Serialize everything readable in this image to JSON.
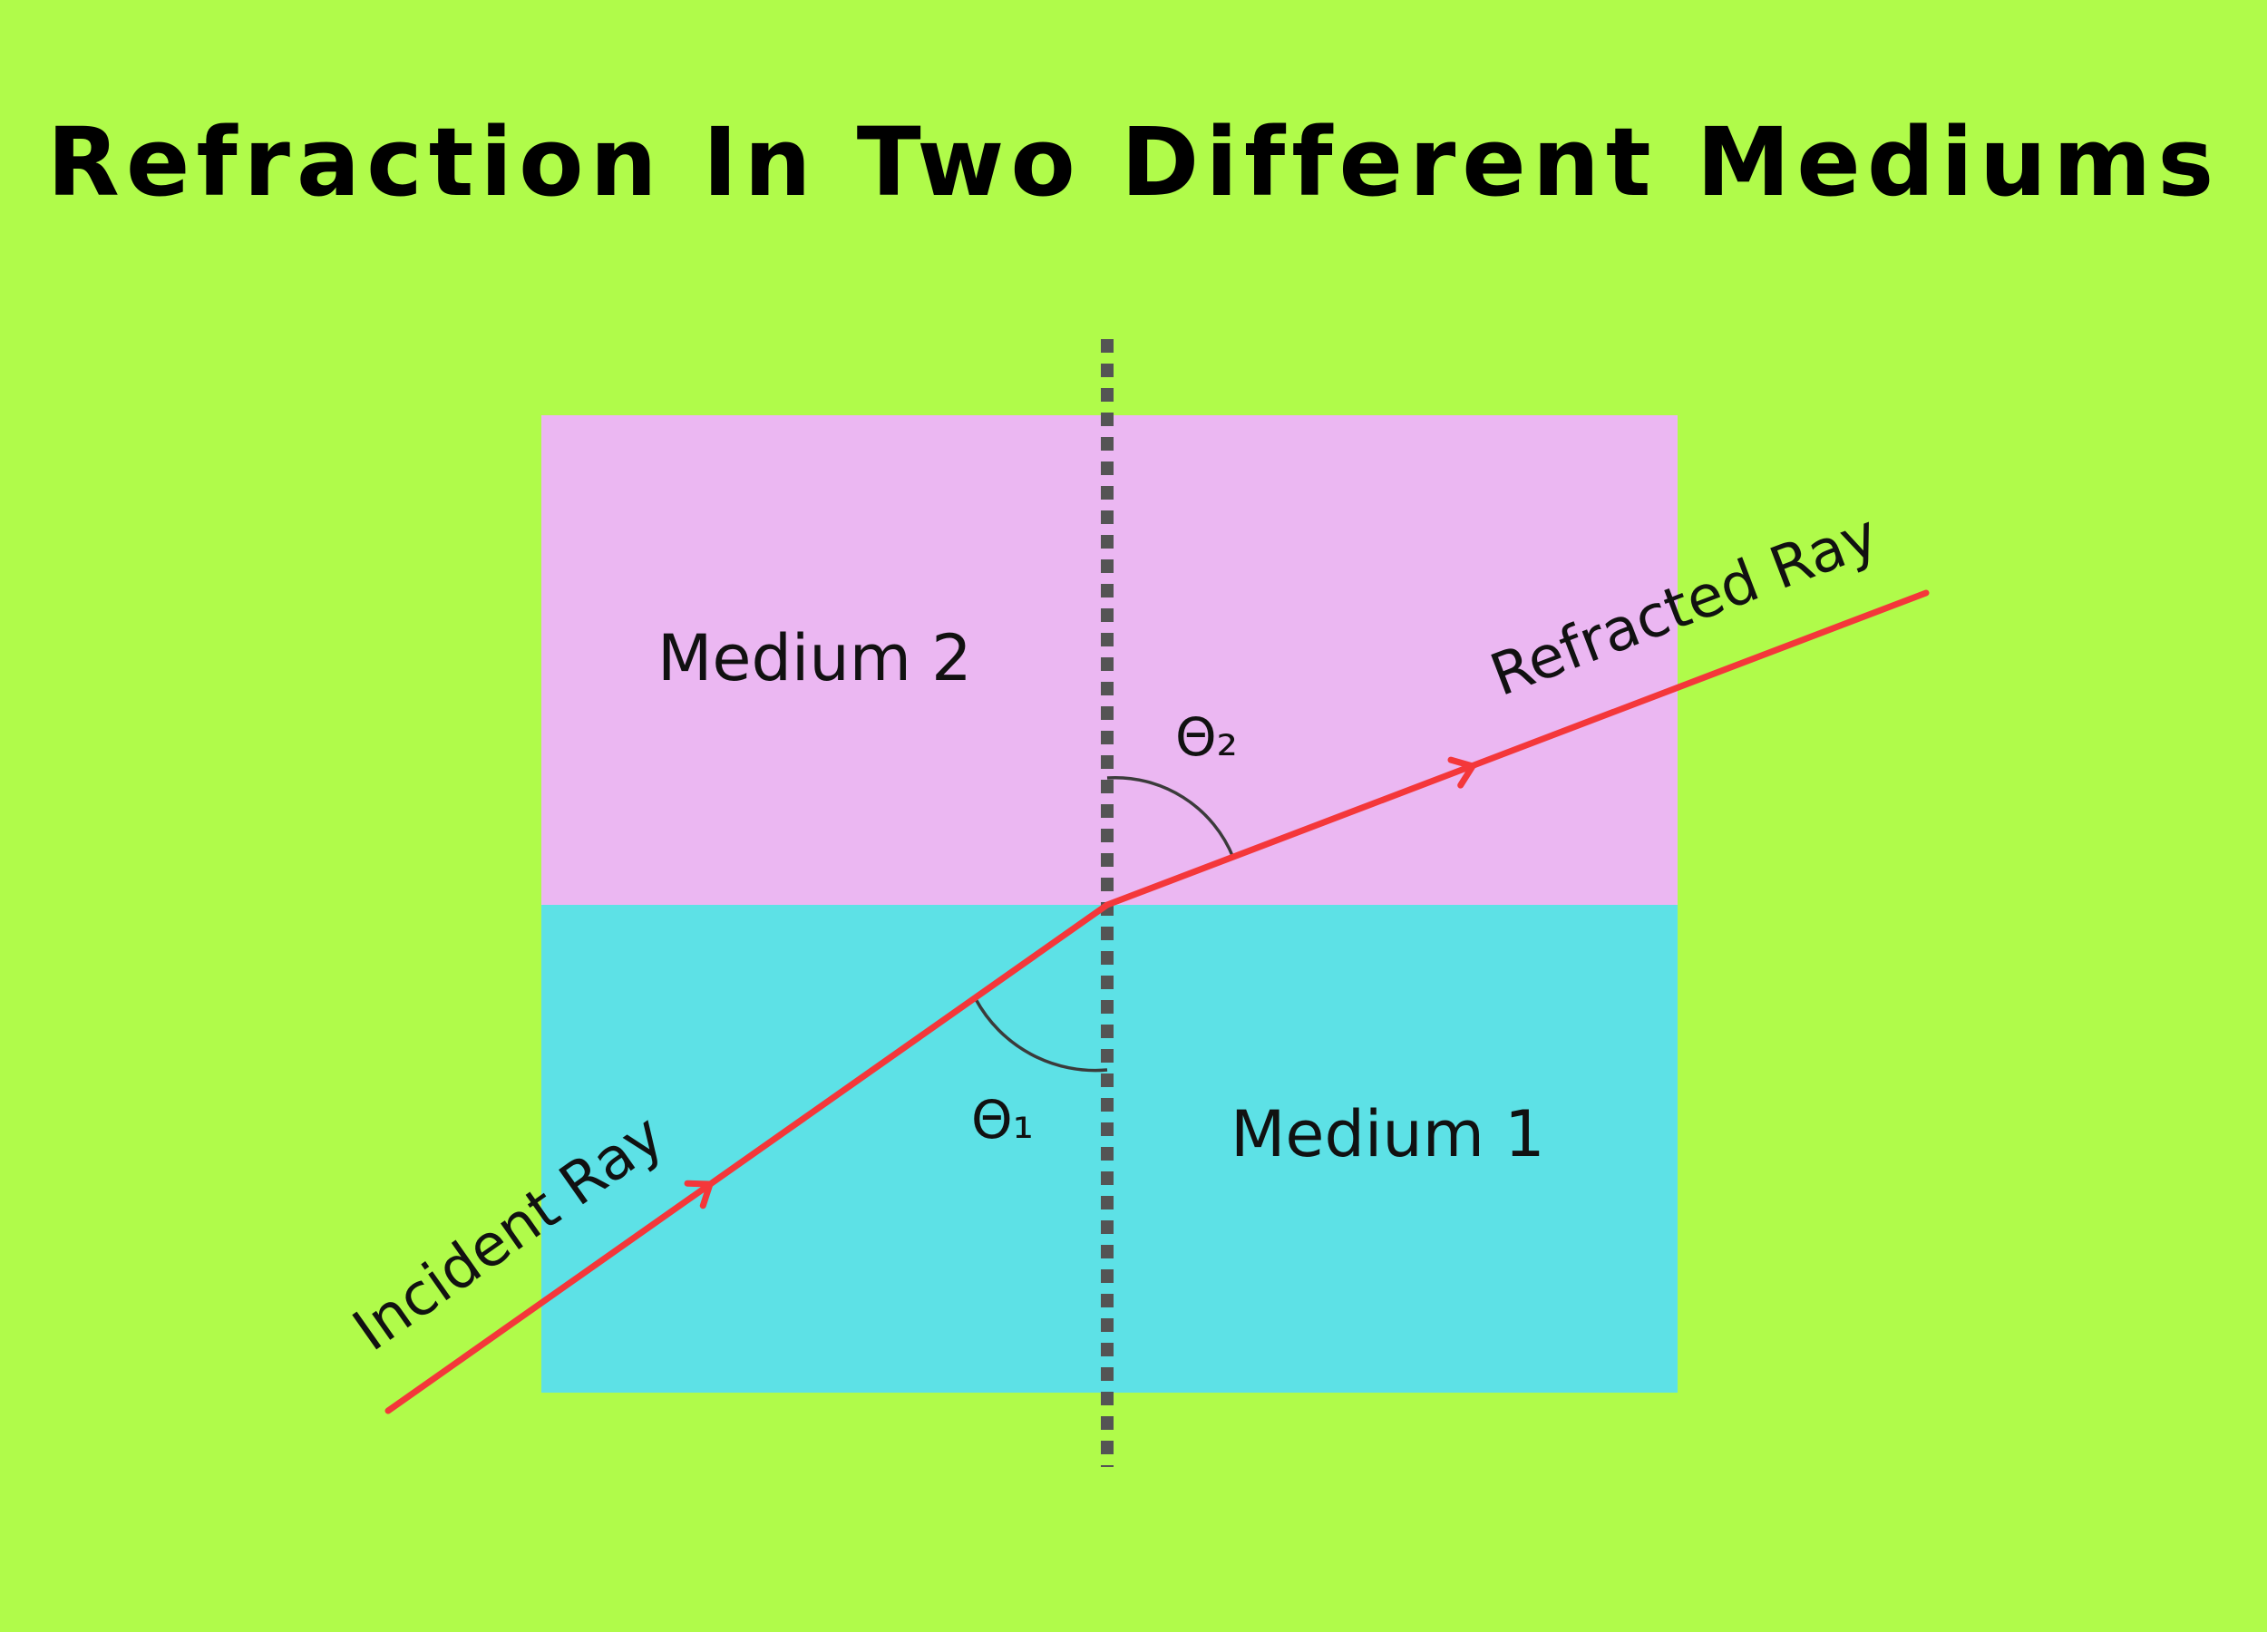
{
  "title": "Refraction In Two Different Mediums",
  "labels": {
    "medium_top": "Medium 2",
    "medium_bottom": "Medium 1",
    "incident_ray": "Incident Ray",
    "refracted_ray": "Refracted Ray",
    "theta_1": "Θ₁",
    "theta_2": "Θ₂"
  },
  "colors": {
    "background": "#b0fb4a",
    "medium_top": "#ebb7f2",
    "medium_bottom": "#5de1e6",
    "ray": "#f4373a",
    "normal_line": "#545454",
    "angle_arc": "#3b3b3b",
    "text": "#111111"
  }
}
